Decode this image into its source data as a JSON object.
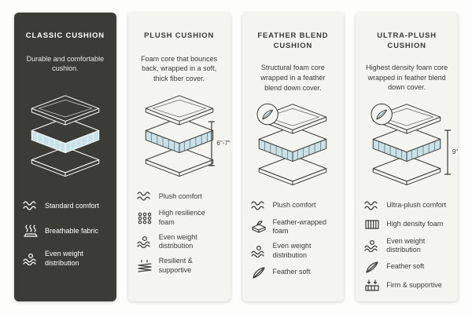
{
  "cards": [
    {
      "title": "CLASSIC CUSHION",
      "description": "Durable and comfortable cushion.",
      "features": [
        {
          "icon": "wave-icon",
          "label": "Standard comfort"
        },
        {
          "icon": "breathable-icon",
          "label": "Breathable fabric"
        },
        {
          "icon": "weight-icon",
          "label": "Even weight distribution"
        }
      ]
    },
    {
      "title": "PLUSH CUSHION",
      "description": "Foam core that bounces back, wrapped in a soft, thick fiber cover.",
      "measurement": "6\"-7\"",
      "features": [
        {
          "icon": "wave-icon",
          "label": "Plush comfort"
        },
        {
          "icon": "foam-grid-icon",
          "label": "High resilience foam"
        },
        {
          "icon": "weight-icon",
          "label": "Even weight distribution"
        },
        {
          "icon": "spring-icon",
          "label": "Resilient & supportive"
        }
      ]
    },
    {
      "title": "FEATHER BLEND CUSHION",
      "description": "Structural foam core wrapped in a feather blend down cover.",
      "features": [
        {
          "icon": "wave-icon",
          "label": "Plush comfort"
        },
        {
          "icon": "feather-foam-icon",
          "label": "Feather-wrapped foam"
        },
        {
          "icon": "weight-icon",
          "label": "Even weight distribution"
        },
        {
          "icon": "feather-icon",
          "label": "Feather soft"
        }
      ]
    },
    {
      "title": "ULTRA-PLUSH CUSHION",
      "description": "Highest density foam core wrapped in feather blend down cover.",
      "measurement": "9\"",
      "features": [
        {
          "icon": "wave-icon",
          "label": "Ultra-plush comfort"
        },
        {
          "icon": "density-icon",
          "label": "High density foam"
        },
        {
          "icon": "weight-icon",
          "label": "Even weight distribution"
        },
        {
          "icon": "feather-icon",
          "label": "Feather soft"
        },
        {
          "icon": "firm-icon",
          "label": "Firm & supportive"
        }
      ]
    }
  ],
  "colors": {
    "dark_card_bg": "#3b3b38",
    "light_card_bg": "#f4f4f1",
    "foam_layer_blue": "#c9e2e7",
    "feather_fill": "#d7e9ec"
  }
}
